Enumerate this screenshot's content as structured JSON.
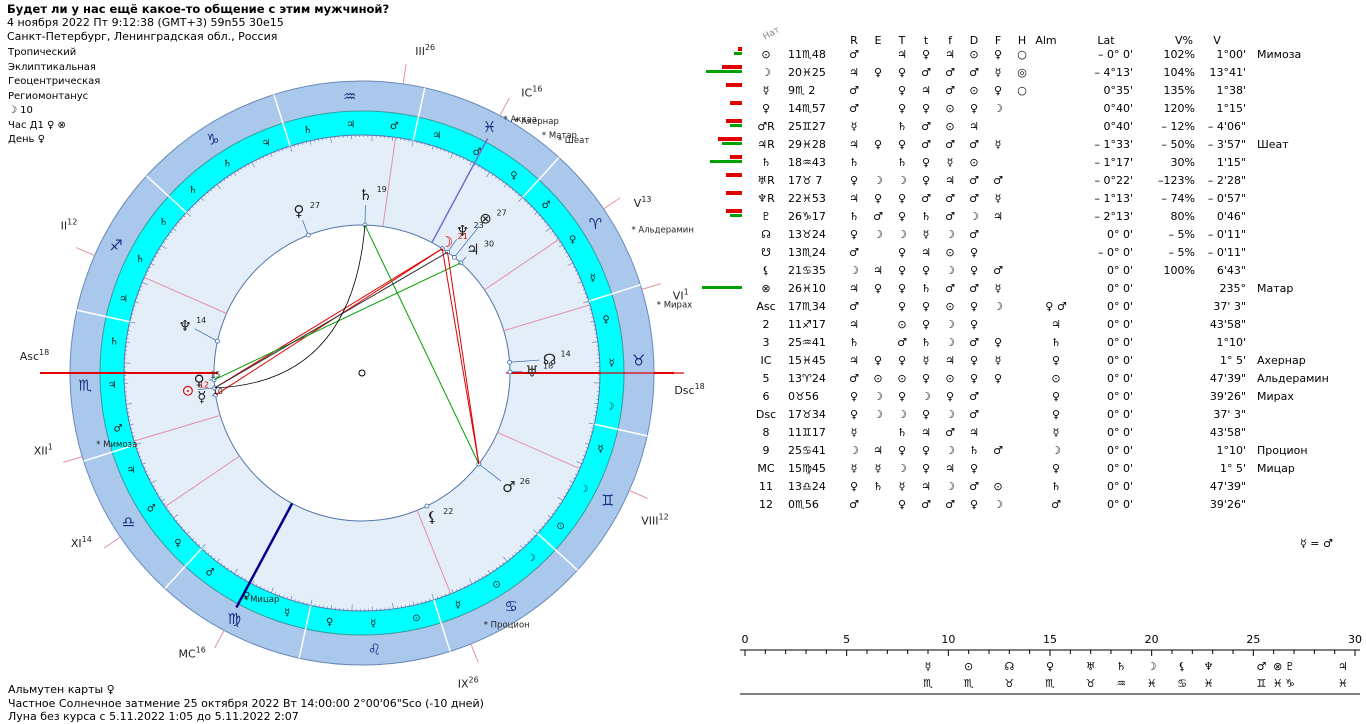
{
  "header": {
    "title": "Будет ли у нас ещё какое-то общение с этим мужчиной?",
    "datetime": "4 ноября 2022  Пт   9:12:38 (GMT+3) 59n55  30e15",
    "place": "Санкт-Петербург, Ленинградская обл., Россия"
  },
  "settings": {
    "zodiac": "Тропический",
    "coords": "Эклиптикальная",
    "center": "Геоцентрическая",
    "houses": "Региомонтанус",
    "moon_day": "☽  10",
    "hour": "Час Д1 ♀ ⊗",
    "day": "День ♀"
  },
  "footer": {
    "almuten": "Альмутен карты  ♀",
    "eclipse": "Частное Солнечное затмение 25 октября 2022 Вт 14:00:00  2°00'06\"Sco (-10 дней)",
    "void_moon": "Луна без курса с 5.11.2022  1:05 до 5.11.2022  2:07"
  },
  "wheel": {
    "signs": [
      "♈",
      "♉",
      "♊",
      "♋",
      "♌",
      "♍",
      "♎",
      "♏",
      "♐",
      "♑",
      "♒",
      "♓"
    ],
    "house_labels": [
      {
        "label": "Asc",
        "deg": "18"
      },
      {
        "label": "II",
        "deg": "12"
      },
      {
        "label": "III",
        "deg": "26"
      },
      {
        "label": "IC",
        "deg": "16"
      },
      {
        "label": "V",
        "deg": "13"
      },
      {
        "label": "VI",
        "deg": "1"
      },
      {
        "label": "Dsc",
        "deg": "18"
      },
      {
        "label": "VIII",
        "deg": "12"
      },
      {
        "label": "IX",
        "deg": "26"
      },
      {
        "label": "MC",
        "deg": "16"
      },
      {
        "label": "XI",
        "deg": "14"
      },
      {
        "label": "XII",
        "deg": "1"
      }
    ],
    "stars": [
      "Мимоза",
      "Мицар",
      "Процион",
      "Мирах",
      "Альдерамин",
      "Шеат",
      "Матар",
      "Ахернар",
      "Аккаа"
    ],
    "planets_on_wheel": [
      {
        "glyph": "☿",
        "deg": "10"
      },
      {
        "glyph": "⊙",
        "deg": "12"
      },
      {
        "glyph": "♀",
        "deg": "15"
      },
      {
        "glyph": "♆",
        "deg": "14"
      },
      {
        "glyph": "⚸",
        "deg": "22"
      },
      {
        "glyph": "♂",
        "deg": "26"
      },
      {
        "glyph": "♅",
        "deg": "18"
      },
      {
        "glyph": "☊",
        "deg": "14"
      },
      {
        "glyph": "♃",
        "deg": "30"
      },
      {
        "glyph": "☽",
        "deg": "21"
      },
      {
        "glyph": "♆",
        "deg": "23"
      },
      {
        "glyph": "⊗",
        "deg": "27"
      },
      {
        "glyph": "♄",
        "deg": "19"
      },
      {
        "glyph": "♀",
        "deg": "27"
      }
    ]
  },
  "table": {
    "nat_label": "Нат",
    "columns": [
      "R",
      "E",
      "T",
      "t",
      "f",
      "D",
      "F",
      "H",
      "Alm",
      "Lat",
      "V%",
      "V"
    ],
    "rows": [
      {
        "icon": "⊙",
        "pos": "11♏48",
        "dig": [
          "♂",
          "",
          "♃",
          "♀",
          "♃",
          "⊙",
          "♀",
          "○",
          ""
        ],
        "lat": "– 0° 0'",
        "vp": "102%",
        "v": "1°00'",
        "star": "Мимоза"
      },
      {
        "icon": "☽",
        "pos": "20♓25",
        "dig": [
          "♃",
          "♀",
          "♀",
          "♂",
          "♂",
          "♂",
          "☿",
          "◎",
          ""
        ],
        "lat": "– 4°13'",
        "vp": "104%",
        "v": "13°41'",
        "star": ""
      },
      {
        "icon": "☿",
        "pos": "9♏ 2",
        "dig": [
          "♂",
          "",
          "♀",
          "♃",
          "♂",
          "⊙",
          "♀",
          "○",
          ""
        ],
        "lat": "0°35'",
        "vp": "135%",
        "v": "1°38'",
        "star": ""
      },
      {
        "icon": "♀",
        "pos": "14♏57",
        "dig": [
          "♂",
          "",
          "♀",
          "♀",
          "⊙",
          "♀",
          "☽",
          "",
          ""
        ],
        "lat": "0°40'",
        "vp": "120%",
        "v": "1°15'",
        "star": ""
      },
      {
        "icon": "♂R",
        "pos": "25♊27",
        "dig": [
          "☿",
          "",
          "♄",
          "♂",
          "⊙",
          "♃",
          "",
          "",
          ""
        ],
        "lat": "0°40'",
        "vp": "– 12%",
        "v": "– 4'06\"",
        "star": ""
      },
      {
        "icon": "♃R",
        "pos": "29♓28",
        "dig": [
          "♃",
          "♀",
          "♀",
          "♂",
          "♂",
          "♂",
          "☿",
          "",
          ""
        ],
        "lat": "– 1°33'",
        "vp": "– 50%",
        "v": "– 3'57\"",
        "star": "Шеат"
      },
      {
        "icon": "♄",
        "pos": "18♒43",
        "dig": [
          "♄",
          "",
          "♄",
          "♀",
          "☿",
          "⊙",
          "",
          "",
          ""
        ],
        "lat": "– 1°17'",
        "vp": "30%",
        "v": "1'15\"",
        "star": ""
      },
      {
        "icon": "♅R",
        "pos": "17♉ 7",
        "dig": [
          "♀",
          "☽",
          "☽",
          "♀",
          "♃",
          "♂",
          "♂",
          "",
          ""
        ],
        "lat": "– 0°22'",
        "vp": "–123%",
        "v": "– 2'28\"",
        "star": ""
      },
      {
        "icon": "♆R",
        "pos": "22♓53",
        "dig": [
          "♃",
          "♀",
          "♀",
          "♂",
          "♂",
          "♂",
          "☿",
          "",
          ""
        ],
        "lat": "– 1°13'",
        "vp": "– 74%",
        "v": "– 0'57\"",
        "star": ""
      },
      {
        "icon": "♇",
        "pos": "26♑17",
        "dig": [
          "♄",
          "♂",
          "♀",
          "♄",
          "♂",
          "☽",
          "♃",
          "",
          ""
        ],
        "lat": "– 2°13'",
        "vp": "80%",
        "v": "0'46\"",
        "star": ""
      },
      {
        "icon": "☊",
        "pos": "13♉24",
        "dig": [
          "♀",
          "☽",
          "☽",
          "☿",
          "☽",
          "♂",
          "",
          "",
          ""
        ],
        "lat": "0° 0'",
        "vp": "– 5%",
        "v": "– 0'11\"",
        "star": ""
      },
      {
        "icon": "☋",
        "pos": "13♏24",
        "dig": [
          "♂",
          "",
          "♀",
          "♃",
          "⊙",
          "♀",
          "",
          "",
          ""
        ],
        "lat": "– 0° 0'",
        "vp": "– 5%",
        "v": "– 0'11\"",
        "star": ""
      },
      {
        "icon": "⚸",
        "pos": "21♋35",
        "dig": [
          "☽",
          "♃",
          "♀",
          "♀",
          "☽",
          "♀",
          "♂",
          "",
          ""
        ],
        "lat": "0° 0'",
        "vp": "100%",
        "v": "6'43\"",
        "star": ""
      },
      {
        "icon": "⊗",
        "pos": "26♓10",
        "dig": [
          "♃",
          "♀",
          "♀",
          "♄",
          "♂",
          "♂",
          "☿",
          "",
          ""
        ],
        "lat": "0° 0'",
        "vp": "",
        "v": "235°",
        "star": "Матар"
      },
      {
        "icon": "Asc",
        "pos": "17♏34",
        "dig": [
          "♂",
          "",
          "♀",
          "♀",
          "⊙",
          "♀",
          "☽",
          "",
          "♀ ♂"
        ],
        "lat": "0° 0'",
        "vp": "",
        "v": "37' 3\"",
        "star": ""
      },
      {
        "icon": "2",
        "pos": "11♐17",
        "dig": [
          "♃",
          "",
          "⊙",
          "♀",
          "☽",
          "♀",
          "",
          "",
          "♃"
        ],
        "lat": "0° 0'",
        "vp": "",
        "v": "43'58\"",
        "star": ""
      },
      {
        "icon": "3",
        "pos": "25♒41",
        "dig": [
          "♄",
          "",
          "♂",
          "♄",
          "☽",
          "♂",
          "♀",
          "",
          "♄"
        ],
        "lat": "0° 0'",
        "vp": "",
        "v": "1°10'",
        "star": ""
      },
      {
        "icon": "IC",
        "pos": "15♓45",
        "dig": [
          "♃",
          "♀",
          "♀",
          "☿",
          "♃",
          "♀",
          "☿",
          "",
          "♀"
        ],
        "lat": "0° 0'",
        "vp": "",
        "v": "1° 5'",
        "star": "Ахернар"
      },
      {
        "icon": "5",
        "pos": "13♈24",
        "dig": [
          "♂",
          "⊙",
          "⊙",
          "♀",
          "⊙",
          "♀",
          "♀",
          "",
          "⊙"
        ],
        "lat": "0° 0'",
        "vp": "",
        "v": "47'39\"",
        "star": "Альдерамин"
      },
      {
        "icon": "6",
        "pos": "0♉56",
        "dig": [
          "♀",
          "☽",
          "♀",
          "☽",
          "♀",
          "♂",
          "",
          "",
          "♀"
        ],
        "lat": "0° 0'",
        "vp": "",
        "v": "39'26\"",
        "star": "Мирах"
      },
      {
        "icon": "Dsc",
        "pos": "17♉34",
        "dig": [
          "♀",
          "☽",
          "☽",
          "♀",
          "☽",
          "♂",
          "",
          "",
          "♀"
        ],
        "lat": "0° 0'",
        "vp": "",
        "v": "37' 3\"",
        "star": ""
      },
      {
        "icon": "8",
        "pos": "11♊17",
        "dig": [
          "☿",
          "",
          "♄",
          "♃",
          "♂",
          "♃",
          "",
          "",
          "☿"
        ],
        "lat": "0° 0'",
        "vp": "",
        "v": "43'58\"",
        "star": ""
      },
      {
        "icon": "9",
        "pos": "25♋41",
        "dig": [
          "☽",
          "♃",
          "♀",
          "♀",
          "☽",
          "♄",
          "♂",
          "",
          "☽"
        ],
        "lat": "0° 0'",
        "vp": "",
        "v": "1°10'",
        "star": "Процион"
      },
      {
        "icon": "MC",
        "pos": "15♍45",
        "dig": [
          "☿",
          "☿",
          "☽",
          "♀",
          "♃",
          "♀",
          "",
          "",
          "♀"
        ],
        "lat": "0° 0'",
        "vp": "",
        "v": "1° 5'",
        "star": "Мицар"
      },
      {
        "icon": "11",
        "pos": "13♎24",
        "dig": [
          "♀",
          "♄",
          "☿",
          "♃",
          "☽",
          "♂",
          "⊙",
          "",
          "♄"
        ],
        "lat": "0° 0'",
        "vp": "",
        "v": "47'39\"",
        "star": ""
      },
      {
        "icon": "12",
        "pos": "0♏56",
        "dig": [
          "♂",
          "",
          "♀",
          "♂",
          "♂",
          "♀",
          "☽",
          "",
          "♂"
        ],
        "lat": "0° 0'",
        "vp": "",
        "v": "39'26\"",
        "star": ""
      }
    ],
    "note": "☿ = ♂"
  },
  "scale": {
    "ticks": [
      "0",
      "5",
      "10",
      "15",
      "20",
      "25",
      "30"
    ],
    "items": [
      {
        "deg": 9,
        "top": "☿",
        "bot": "♏"
      },
      {
        "deg": 11,
        "top": "⊙",
        "bot": "♏"
      },
      {
        "deg": 13,
        "top": "☊",
        "bot": "♉"
      },
      {
        "deg": 15,
        "top": "♀",
        "bot": "♏"
      },
      {
        "deg": 17,
        "top": "♅",
        "bot": "♉"
      },
      {
        "deg": 18.5,
        "top": "♄",
        "bot": "♒"
      },
      {
        "deg": 20,
        "top": "☽",
        "bot": "♓"
      },
      {
        "deg": 21.5,
        "top": "⚸",
        "bot": "♋"
      },
      {
        "deg": 22.8,
        "top": "♆",
        "bot": "♓"
      },
      {
        "deg": 25.4,
        "top": "♂",
        "bot": "♊"
      },
      {
        "deg": 26.2,
        "top": "⊗",
        "bot": "♓"
      },
      {
        "deg": 26.8,
        "top": "♇",
        "bot": "♑"
      },
      {
        "deg": 29.4,
        "top": "♃",
        "bot": "♓"
      }
    ]
  },
  "colors": {
    "outer_ring": "#a9c8ec",
    "inner_ring": "#00ffff",
    "center": "#e4eef9",
    "red": "#e00000",
    "green": "#00a000"
  }
}
